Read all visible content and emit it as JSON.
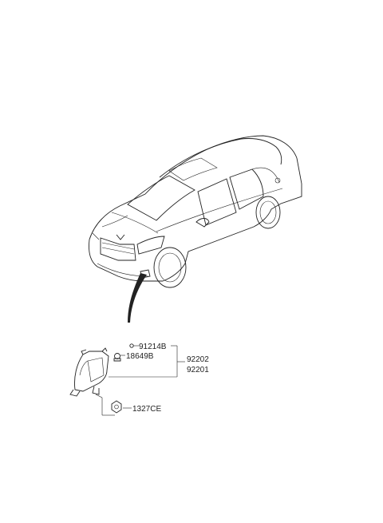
{
  "diagram": {
    "parts": {
      "screw": "91214B",
      "bulb": "18649B",
      "lamp_assy_rh": "92202",
      "lamp_assy_lh": "92201",
      "nut": "1327CE"
    }
  }
}
